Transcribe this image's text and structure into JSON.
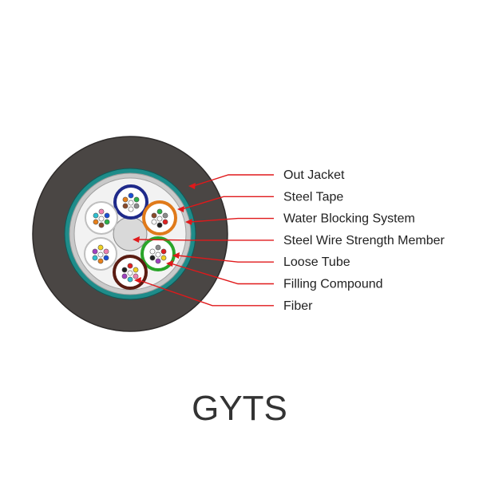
{
  "title": "GYTS",
  "callouts": [
    {
      "label": "Out Jacket"
    },
    {
      "label": "Steel Tape"
    },
    {
      "label": "Water Blocking System"
    },
    {
      "label": "Steel Wire Strength Member"
    },
    {
      "label": "Loose Tube"
    },
    {
      "label": "Filling Compound"
    },
    {
      "label": "Fiber"
    }
  ],
  "colors": {
    "jacket": "#4a4644",
    "steel_tape": "#1e8c8a",
    "water_blocking": "#c9c9c9",
    "core_fill": "#f2f2f2",
    "central_member": "#d9d9d9",
    "leader_line": "#e0191b",
    "tube_colors": [
      "#1f2a8a",
      "#e07a1a",
      "#2aa52a",
      "#5a1c12",
      "#bfbfbf",
      "#bfbfbf"
    ],
    "fiber_colors": [
      "#1a4fd6",
      "#e8801a",
      "#2bb24a",
      "#8a4a2a",
      "#8c8c8c",
      "#ffffff",
      "#e02020",
      "#202020",
      "#f0d020",
      "#a040c0",
      "#f080b0",
      "#30c0d0"
    ]
  },
  "tubes": [
    {
      "name": "blue-tube",
      "color_index": 0
    },
    {
      "name": "orange-tube",
      "color_index": 1
    },
    {
      "name": "green-tube",
      "color_index": 2
    },
    {
      "name": "brown-tube",
      "color_index": 3
    },
    {
      "name": "gray-tube-1",
      "color_index": 4
    },
    {
      "name": "gray-tube-2",
      "color_index": 5
    }
  ]
}
